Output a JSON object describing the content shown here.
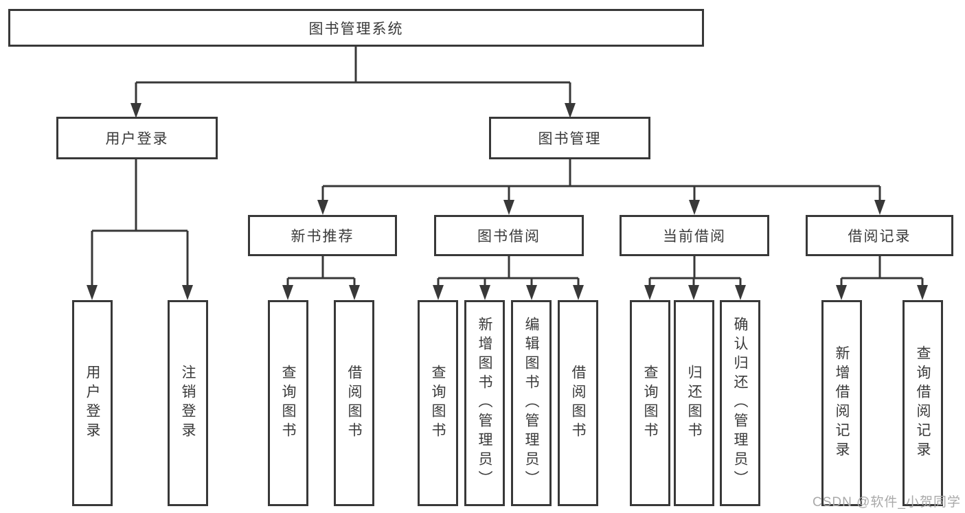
{
  "diagram": {
    "title": "图书管理系统",
    "root": {
      "label": "图书管理系统"
    },
    "level2": [
      {
        "label": "用户登录"
      },
      {
        "label": "图书管理"
      }
    ],
    "level3": [
      {
        "label": "新书推荐"
      },
      {
        "label": "图书借阅"
      },
      {
        "label": "当前借阅"
      },
      {
        "label": "借阅记录"
      }
    ],
    "leaves": {
      "user_login": [
        {
          "label": "用户登录"
        },
        {
          "label": "注销登录"
        }
      ],
      "new_book_recommend": [
        {
          "label": "查询图书"
        },
        {
          "label": "借阅图书"
        }
      ],
      "book_borrow": [
        {
          "label": "查询图书"
        },
        {
          "label": "新增图书（管理员）"
        },
        {
          "label": "编辑图书（管理员）"
        },
        {
          "label": "借阅图书"
        }
      ],
      "current_borrow": [
        {
          "label": "查询图书"
        },
        {
          "label": "归还图书"
        },
        {
          "label": "确认归还（管理员）"
        }
      ],
      "borrow_records": [
        {
          "label": "新增借阅记录"
        },
        {
          "label": "查询借阅记录"
        }
      ]
    }
  },
  "watermark": {
    "text": "CSDN @软件_小贺同学"
  },
  "colors": {
    "line": "#383838",
    "text": "#3a3a3a",
    "watermark": "#a9a9a9",
    "background": "#ffffff"
  }
}
